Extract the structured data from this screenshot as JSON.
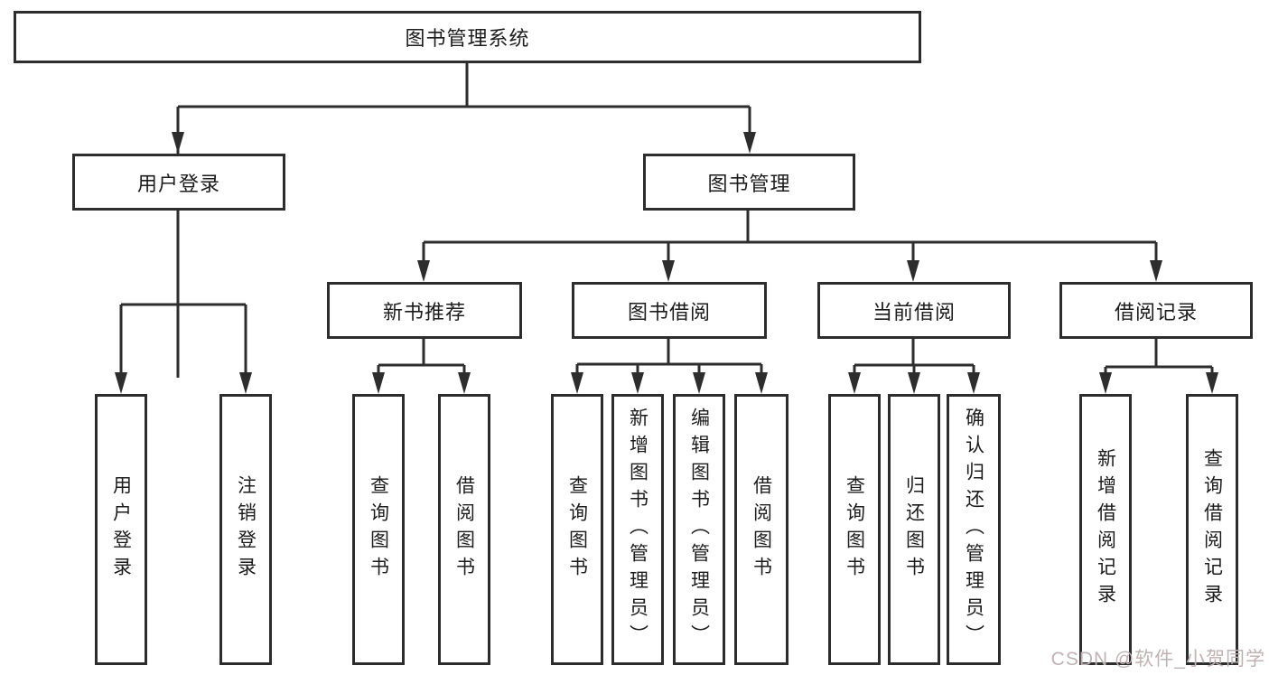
{
  "diagram": {
    "root": {
      "label": "图书管理系统"
    },
    "branches": [
      {
        "label": "用户登录",
        "children": [
          {
            "label": "用户登录"
          },
          {
            "label": "注销登录"
          }
        ]
      },
      {
        "label": "图书管理",
        "children": [
          {
            "label": "新书推荐",
            "children": [
              "查询图书",
              "借阅图书"
            ]
          },
          {
            "label": "图书借阅",
            "children": [
              "查询图书",
              "新增图书（管理员）",
              "编辑图书（管理员）",
              "借阅图书"
            ]
          },
          {
            "label": "当前借阅",
            "children": [
              "查询图书",
              "归还图书",
              "确认归还（管理员）"
            ]
          },
          {
            "label": "借阅记录",
            "children": [
              "新增借阅记录",
              "查询借阅记录"
            ]
          }
        ]
      }
    ]
  },
  "watermark": {
    "text": "CSDN @软件_小贺同学"
  },
  "colors": {
    "line": "#2d2d2d",
    "box_border": "#2d2d2d",
    "text": "#1c1c1c",
    "watermark": "#bfb2b4",
    "background": "#ffffff"
  }
}
